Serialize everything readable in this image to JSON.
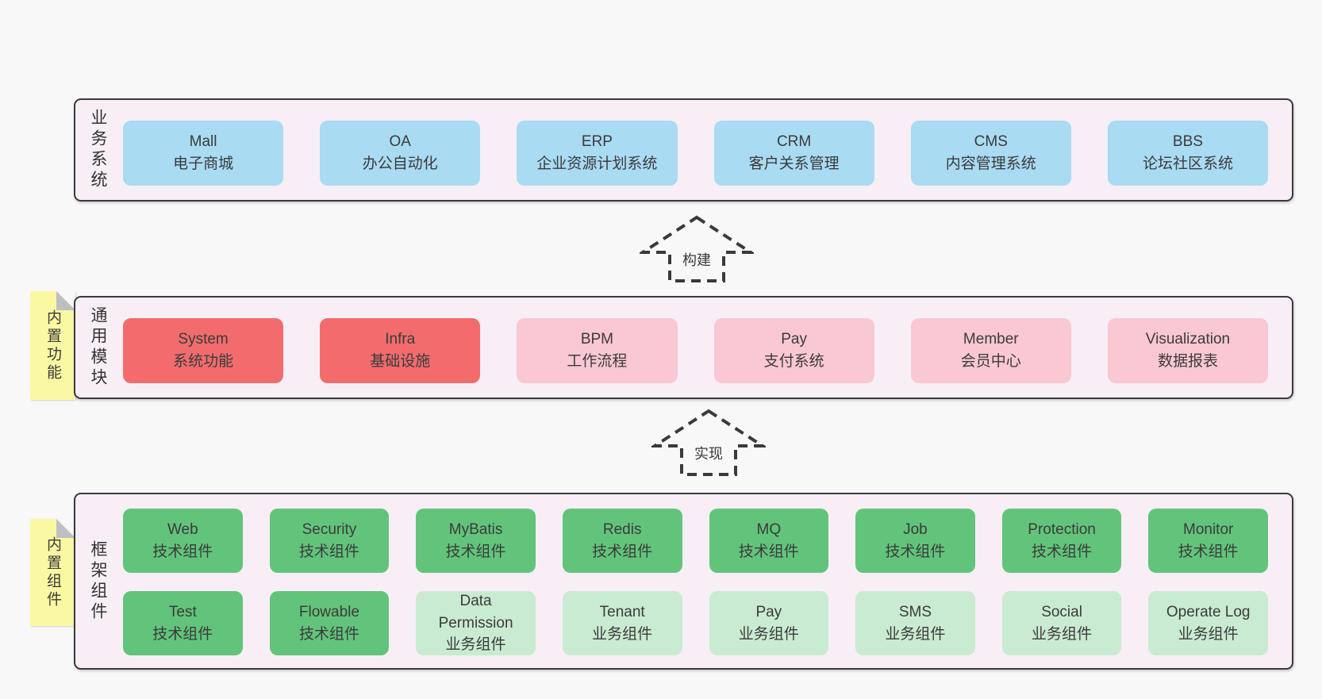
{
  "colors": {
    "page_bg": "#f8f8f8",
    "container_bg": "#f8eef6",
    "container_border": "#3a3a3c",
    "blue_box": "#a9dbf2",
    "red_box": "#f26c6d",
    "pink_box": "#f9c8d3",
    "green_box": "#62c47b",
    "light_green_box": "#c9ebd1",
    "sticky_yellow": "#fbf8a3",
    "text": "#3b3b3b"
  },
  "arrows": [
    {
      "label": "构建"
    },
    {
      "label": "实现"
    }
  ],
  "sections": {
    "business": {
      "label": "业务系统",
      "boxes": [
        {
          "title": "Mall",
          "subtitle": "电子商城"
        },
        {
          "title": "OA",
          "subtitle": "办公自动化"
        },
        {
          "title": "ERP",
          "subtitle": "企业资源计划系统"
        },
        {
          "title": "CRM",
          "subtitle": "客户关系管理"
        },
        {
          "title": "CMS",
          "subtitle": "内容管理系统"
        },
        {
          "title": "BBS",
          "subtitle": "论坛社区系统"
        }
      ]
    },
    "modules": {
      "label": "通用模块",
      "sticky": "内置功能",
      "boxes": [
        {
          "title": "System",
          "subtitle": "系统功能",
          "variant": "red"
        },
        {
          "title": "Infra",
          "subtitle": "基础设施",
          "variant": "red"
        },
        {
          "title": "BPM",
          "subtitle": "工作流程",
          "variant": "pink"
        },
        {
          "title": "Pay",
          "subtitle": "支付系统",
          "variant": "pink"
        },
        {
          "title": "Member",
          "subtitle": "会员中心",
          "variant": "pink"
        },
        {
          "title": "Visualization",
          "subtitle": "数据报表",
          "variant": "pink"
        }
      ]
    },
    "components": {
      "label": "框架组件",
      "sticky": "内置组件",
      "row1": [
        {
          "title": "Web",
          "subtitle": "技术组件"
        },
        {
          "title": "Security",
          "subtitle": "技术组件"
        },
        {
          "title": "MyBatis",
          "subtitle": "技术组件"
        },
        {
          "title": "Redis",
          "subtitle": "技术组件"
        },
        {
          "title": "MQ",
          "subtitle": "技术组件"
        },
        {
          "title": "Job",
          "subtitle": "技术组件"
        },
        {
          "title": "Protection",
          "subtitle": "技术组件"
        },
        {
          "title": "Monitor",
          "subtitle": "技术组件"
        }
      ],
      "row2": [
        {
          "title": "Test",
          "subtitle": "技术组件",
          "variant": "green"
        },
        {
          "title": "Flowable",
          "subtitle": "技术组件",
          "variant": "green"
        },
        {
          "title": "Data Permission",
          "subtitle": "业务组件",
          "variant": "lgreen"
        },
        {
          "title": "Tenant",
          "subtitle": "业务组件",
          "variant": "lgreen"
        },
        {
          "title": "Pay",
          "subtitle": "业务组件",
          "variant": "lgreen"
        },
        {
          "title": "SMS",
          "subtitle": "业务组件",
          "variant": "lgreen"
        },
        {
          "title": "Social",
          "subtitle": "业务组件",
          "variant": "lgreen"
        },
        {
          "title": "Operate Log",
          "subtitle": "业务组件",
          "variant": "lgreen"
        }
      ]
    }
  }
}
